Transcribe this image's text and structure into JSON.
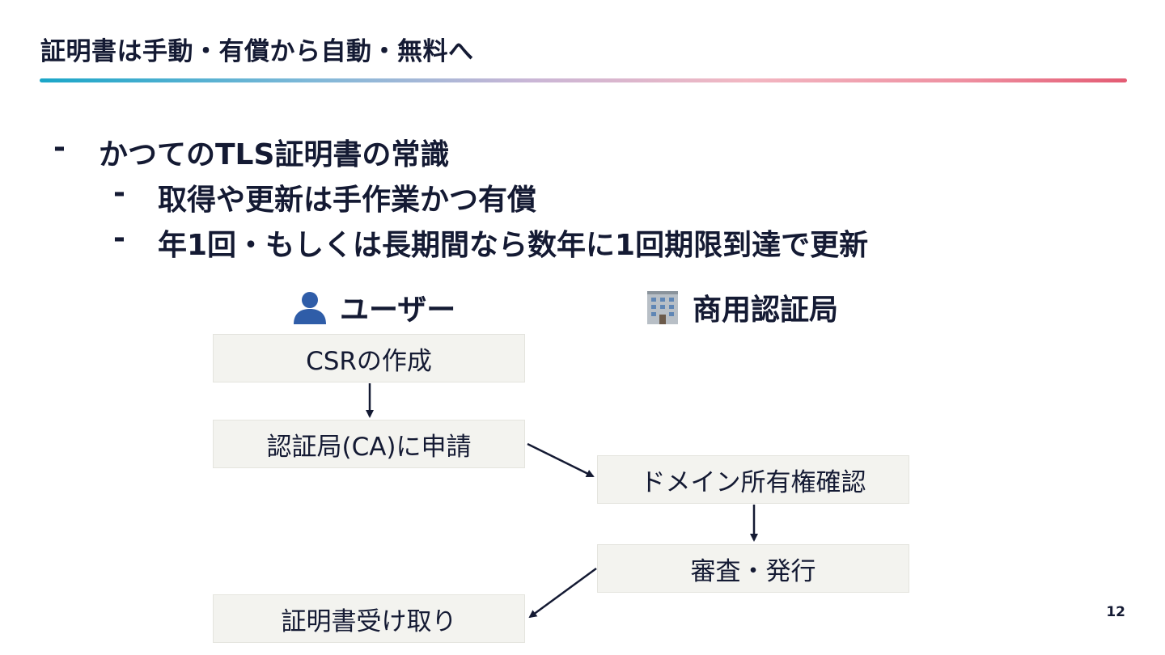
{
  "slide": {
    "title": "証明書は手動・有償から自動・無料へ",
    "page_number": "12"
  },
  "bullets": {
    "dash": "-",
    "level1": "かつてのTLS証明書の常識",
    "level2": [
      "取得や更新は手作業かつ有償",
      "年1回・もしくは長期間なら数年に1回期限到達で更新"
    ]
  },
  "lanes": {
    "user": {
      "label": "ユーザー",
      "icon": "user-icon"
    },
    "ca": {
      "label": "商用認証局",
      "icon": "building-icon"
    }
  },
  "steps": {
    "csr": "CSRの作成",
    "apply": "認証局(CA)に申請",
    "domain_check": "ドメイン所有権確認",
    "review": "審査・発行",
    "receive": "証明書受け取り"
  },
  "colors": {
    "text": "#141a33",
    "box_bg": "#f3f3ef",
    "rule_start": "#1aa6c8",
    "rule_end": "#e35b73"
  }
}
